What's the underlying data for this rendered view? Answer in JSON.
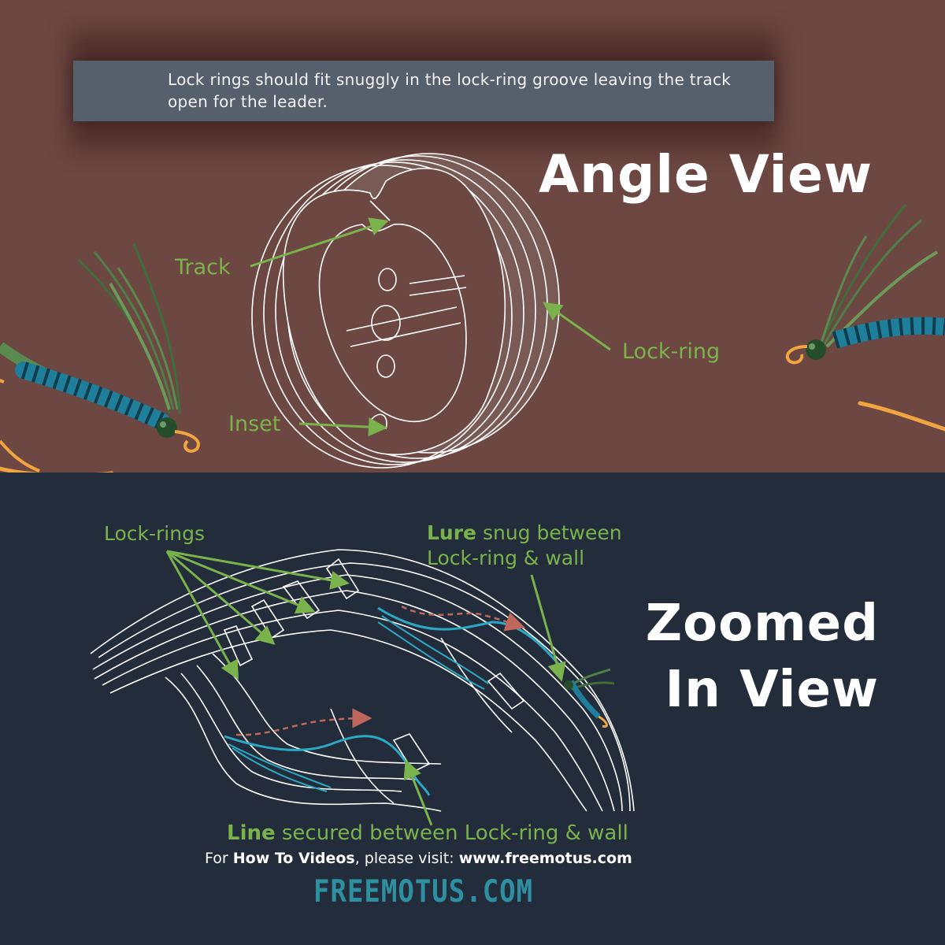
{
  "top_panel": {
    "note_text": "Lock rings should fit snuggly in the lock-ring groove leaving the track open for the leader.",
    "title": "Angle View",
    "labels": {
      "track": "Track",
      "lock_ring": "Lock-ring",
      "inset": "Inset"
    }
  },
  "bottom_panel": {
    "title_line1": "Zoomed",
    "title_line2": "In View",
    "labels": {
      "lock_rings": "Lock-rings",
      "lure_bold": "Lure",
      "lure_rest": " snug between",
      "lure_line2": "Lock-ring & wall",
      "line_bold": "Line",
      "line_rest": " secured between Lock-ring & wall"
    },
    "footer": {
      "visit_prefix": "For ",
      "visit_bold": "How To Videos",
      "visit_mid": ", please visit: ",
      "visit_url": "www.freemotus.com",
      "brand": "FREEMOTUS.COM"
    }
  },
  "colors": {
    "top_bg": "#6d4742",
    "bottom_bg": "#232c3b",
    "label_green": "#7ab34b",
    "brand_teal": "#2e8fa0",
    "note_bg": "#56606d"
  }
}
